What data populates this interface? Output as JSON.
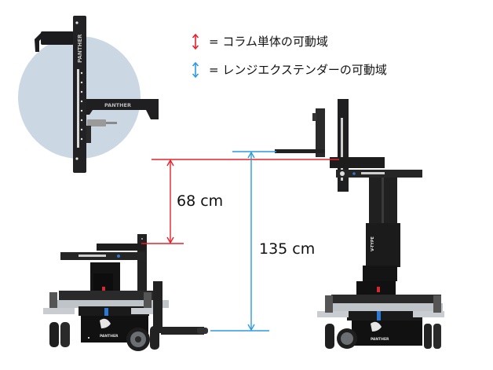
{
  "legend": {
    "items": [
      {
        "arrow_color": "#e8202a",
        "text": "= コラム単体の可動域"
      },
      {
        "arrow_color": "#2b9ae4",
        "text": "= レンジエクステンダーの可動域"
      }
    ]
  },
  "dimensions": {
    "column_range": {
      "label": "68 cm",
      "color": "#e8202a"
    },
    "extender_range": {
      "label": "135 cm",
      "color": "#2b9ae4"
    }
  },
  "inset": {
    "brand_vertical": "PANTHER",
    "brand_arm": "PANTHER",
    "circle_color": "#cbd8e4"
  },
  "dolly_left": {
    "brand": "PANTHER"
  },
  "dolly_right": {
    "brand": "PANTHER",
    "column_label": "V-TYPE"
  }
}
